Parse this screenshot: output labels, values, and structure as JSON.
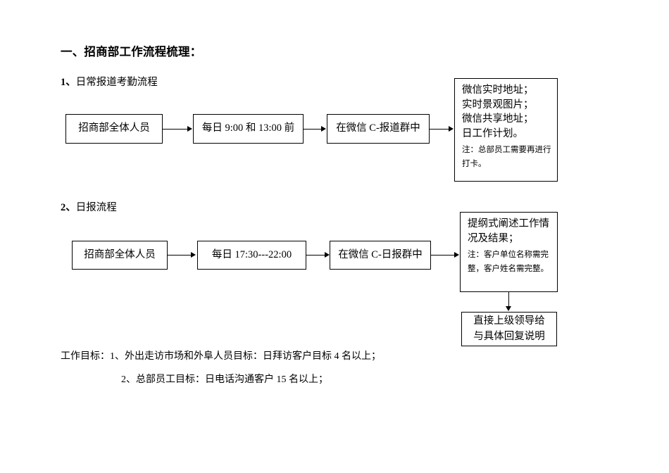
{
  "document": {
    "title": "一、招商部工作流程梳理：",
    "sections": [
      {
        "heading_number": "1、",
        "heading_text": "日常报道考勤流程",
        "boxes": {
          "box1": "招商部全体人员",
          "box2": "每日 9:00 和 13:00 前",
          "box3": "在微信 C-报道群中",
          "box4_main_line1": "微信实时地址；",
          "box4_main_line2": "实时景观图片；",
          "box4_main_line3": "微信共享地址；",
          "box4_main_line4": "日工作计划。",
          "box4_note_line1": "注：总部员工需要再进行",
          "box4_note_line2": "打卡。"
        }
      },
      {
        "heading_number": "2、",
        "heading_text": "日报流程",
        "boxes": {
          "box1": "招商部全体人员",
          "box2": "每日 17:30---22:00",
          "box3": "在微信 C-日报群中",
          "box4_main_line1": "提纲式阐述工作情",
          "box4_main_line2": "况及结果；",
          "box4_note_line1": "注：客户单位名称需完",
          "box4_note_line2": "整，客户姓名需完整。",
          "box5_line1": "直接上级领导给",
          "box5_line2": "与具体回复说明"
        }
      }
    ],
    "goals": {
      "line1": "工作目标：1、外出走访市场和外阜人员目标：日拜访客户目标 4 名以上；",
      "line2": "2、总部员工目标：日电话沟通客户 15 名以上；"
    },
    "colors": {
      "text": "#000000",
      "border": "#000000",
      "background": "#ffffff"
    }
  }
}
